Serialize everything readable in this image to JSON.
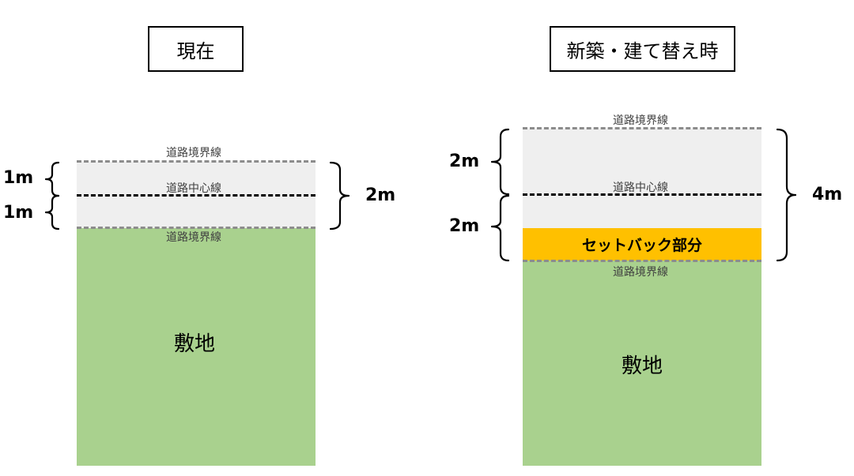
{
  "panels": {
    "current": {
      "title": "現在",
      "road_boundary_top": "道路境界線",
      "road_center": "道路中心線",
      "road_boundary_bottom": "道路境界線",
      "site": "敷地",
      "dim_upper": "1m",
      "dim_lower": "1m",
      "dim_total": "2m"
    },
    "rebuild": {
      "title": "新築・建て替え時",
      "road_boundary_top": "道路境界線",
      "road_center": "道路中心線",
      "setback": "セットバック部分",
      "road_boundary_bottom": "道路境界線",
      "site": "敷地",
      "dim_upper": "2m",
      "dim_lower": "2m",
      "dim_total": "4m"
    }
  },
  "colors": {
    "road": "#efefef",
    "site": "#a9d18e",
    "setback": "#ffc000",
    "boundary_line": "#8c8c8c",
    "center_line": "#000000"
  }
}
